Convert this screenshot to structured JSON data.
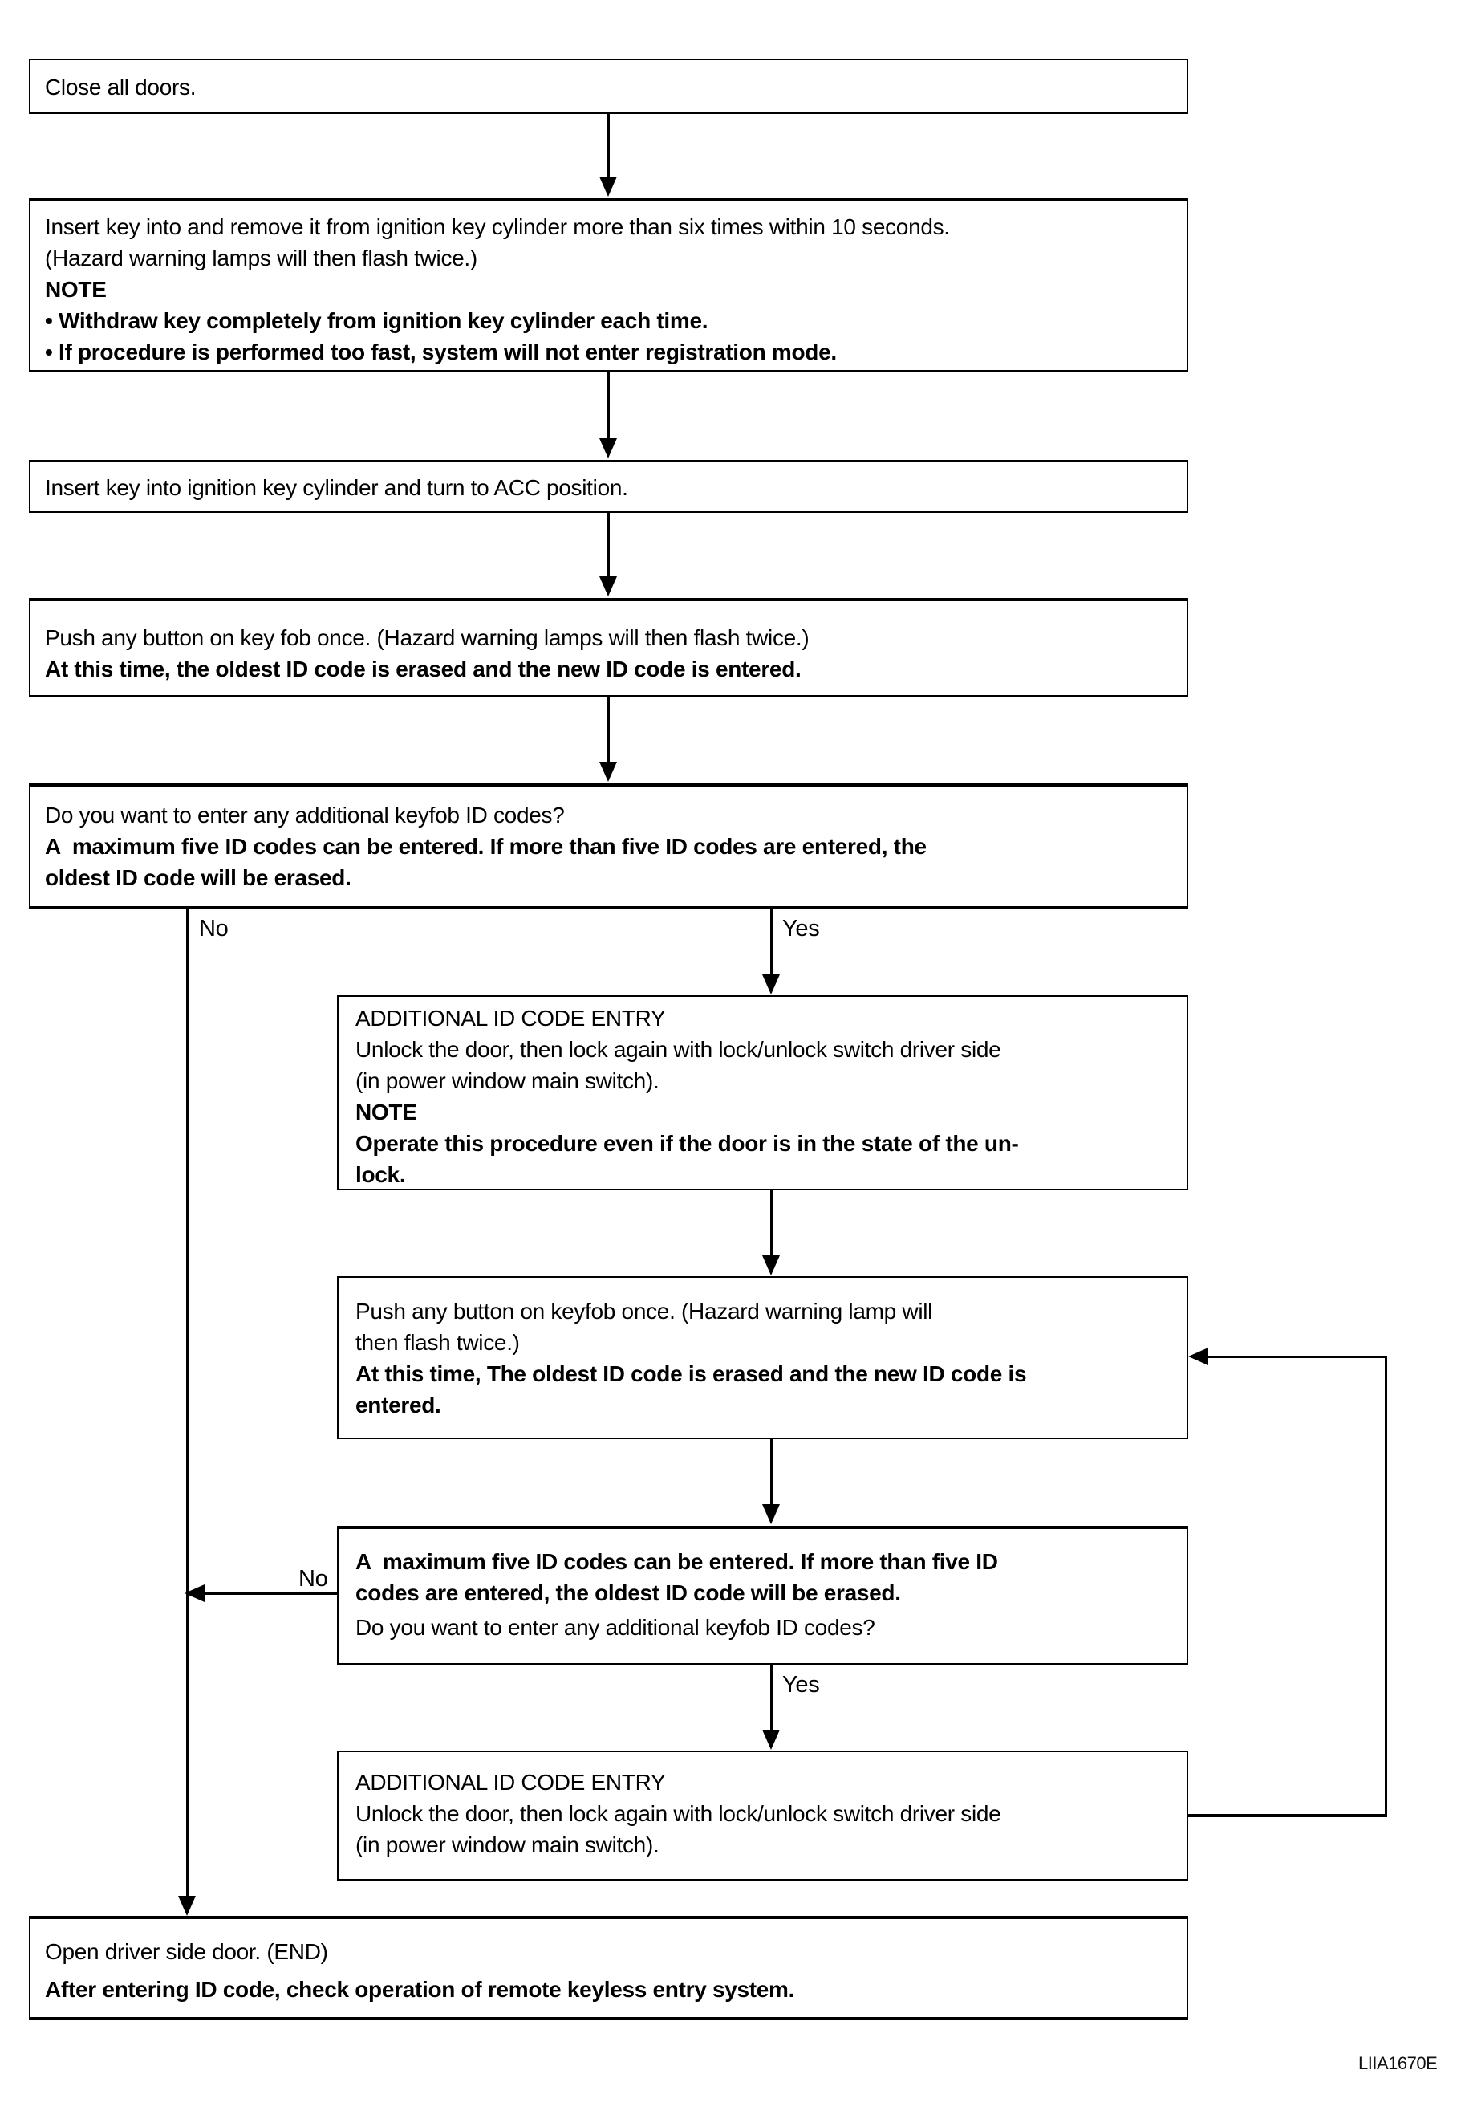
{
  "figure_code": "LIIA1670E",
  "boxes": {
    "close_doors": {
      "lines": [
        "Close all doors."
      ]
    },
    "insert_remove_key": {
      "lines": [
        "Insert key into and remove it from ignition key cylinder more than six times within 10 seconds.",
        "(Hazard warning lamps will then flash twice.)",
        "NOTE",
        "• Withdraw key completely from ignition key cylinder each time.",
        "• If procedure is performed too fast, system will not enter registration mode."
      ]
    },
    "acc_position": {
      "lines": [
        "Insert key into ignition key cylinder and turn to ACC position."
      ]
    },
    "push_keyfob": {
      "lines": [
        "Push any button on key fob once. (Hazard warning lamps will then flash twice.)",
        "At this time, the oldest ID code is erased and the new ID code is entered."
      ]
    },
    "additional_question": {
      "lines": [
        "Do you want to enter any additional keyfob ID codes?",
        "A  maximum five ID codes can be entered. If more than five ID codes are entered, the",
        "oldest ID code will be erased."
      ]
    },
    "additional_entry_1": {
      "lines": [
        "ADDITIONAL ID CODE ENTRY",
        "Unlock the door, then lock again with lock/unlock switch driver side",
        "(in power window main switch).",
        "NOTE",
        "Operate this procedure even if the door is in the state of the un-",
        "lock."
      ]
    },
    "push_keyfob_2": {
      "lines": [
        "Push any button on keyfob once. (Hazard warning lamp will",
        "then flash twice.)",
        "At this time, The oldest ID code is erased and the new ID code is",
        "entered."
      ]
    },
    "max_five_codes": {
      "lines": [
        "A  maximum five ID codes can be entered. If more than five ID",
        "codes are entered, the oldest ID code will be erased.",
        "Do you want to enter any additional keyfob ID codes?"
      ]
    },
    "additional_entry_2": {
      "lines": [
        "ADDITIONAL ID CODE ENTRY",
        "Unlock the door, then lock again with lock/unlock switch driver side",
        "(in power window main switch)."
      ]
    },
    "open_door_end": {
      "lines": [
        "Open driver side door. (END)",
        "After entering ID code, check operation of remote keyless entry system."
      ]
    }
  },
  "labels": {
    "no_first": "No",
    "yes_first": "Yes",
    "no_second": "No",
    "yes_second": "Yes"
  }
}
